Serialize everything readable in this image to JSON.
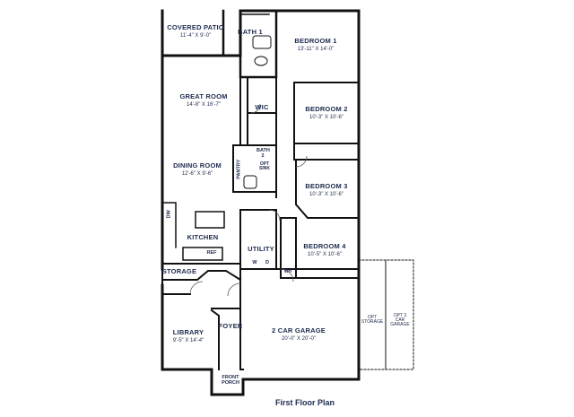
{
  "plan": {
    "caption": "First Floor Plan",
    "rooms": {
      "covered_patio": {
        "name": "COVERED PATIO",
        "dims": "11'-4\" X 9'-0\""
      },
      "bath1": {
        "name": "BATH 1"
      },
      "bedroom1": {
        "name": "BEDROOM 1",
        "dims": "13'-11\" X 14'-0\""
      },
      "great_room": {
        "name": "GREAT ROOM",
        "dims": "14'-8\" X 16'-7\""
      },
      "wic": {
        "name": "WIC"
      },
      "bedroom2": {
        "name": "BEDROOM 2",
        "dims": "10'-3\" X 10'-6\""
      },
      "bath2": {
        "name": "BATH 2"
      },
      "dining_room": {
        "name": "DINING ROOM",
        "dims": "12'-6\" X 9'-6\""
      },
      "bedroom3": {
        "name": "BEDROOM 3",
        "dims": "10'-3\" X 10'-6\""
      },
      "kitchen": {
        "name": "KITCHEN"
      },
      "utility": {
        "name": "UTILITY"
      },
      "bedroom4": {
        "name": "BEDROOM 4",
        "dims": "10'-5\" X 10'-6\""
      },
      "storage": {
        "name": "STORAGE"
      },
      "library": {
        "name": "LIBRARY",
        "dims": "9'-5\" X 14'-4\""
      },
      "foyer": {
        "name": "FOYER"
      },
      "garage": {
        "name": "2 CAR GARAGE",
        "dims": "20'-0\" X 20'-0\""
      },
      "front_porch": {
        "name": "FRONT PORCH"
      }
    },
    "fixtures": {
      "pantry": "PANTRY",
      "opt_sink": "OPT SINK",
      "dw": "DW",
      "ref": "REF",
      "washer": "W",
      "dryer": "D",
      "wh": "WH"
    },
    "options": {
      "opt_storage": "OPT STORAGE",
      "opt_3car": "OPT 3 CAR GARAGE"
    }
  }
}
